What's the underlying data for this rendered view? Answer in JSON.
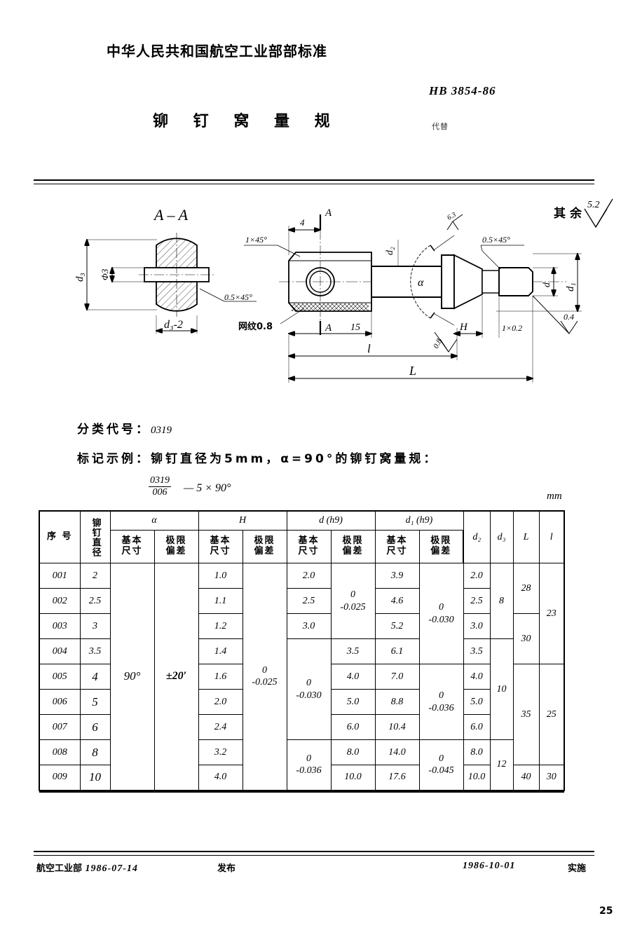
{
  "header": {
    "ministry": "中华人民共和国航空工业部部标准",
    "standard_no": "HB 3854-86",
    "title": "铆 钉 窝 量 规",
    "replaces_label": "代替"
  },
  "drawing": {
    "section_label": "A - A",
    "view_mark_top": "A",
    "view_mark_bottom": "A",
    "labels": {
      "d3": "d₃",
      "phi3": "Φ3",
      "d3_minus2": "d₃-2",
      "chamfer_05x45_left": "0.5×45°",
      "knurl": "网纹0.8",
      "chamfer_1x45": "1×45°",
      "dim_4": "4",
      "dim_15": "15",
      "dim_l_small": "l",
      "dim_L_big": "L",
      "d2": "d₂",
      "alpha": "α",
      "chamfer_05x45_right": "0.5×45°",
      "H": "H",
      "chamfer_1x02": "1×0.2",
      "d": "d",
      "d1": "d₁",
      "rough_08": "0.8",
      "rough_04": "0.4",
      "rough_remainder_text": "其余",
      "rough_remainder_value": "5.2",
      "angle_mark": "α"
    }
  },
  "notes": {
    "classification_label": "分类代号：",
    "classification_value": "0319",
    "marking_label": "标记示例：",
    "marking_text": "铆钉直径为5mm，α=90°的铆钉窝量规：",
    "example_numerator": "0319",
    "example_denominator": "006",
    "example_right": "— 5 × 90°"
  },
  "table": {
    "unit": "mm",
    "headers": {
      "serial": "序 号",
      "rivet_dia": "铆钉直径",
      "alpha": "α",
      "H": "H",
      "d": "d (h9)",
      "d1": "d₁ (h9)",
      "d2": "d₂",
      "d3": "d₃",
      "L": "L",
      "l": "l",
      "basic": "基本尺寸",
      "deviation": "极限偏差"
    },
    "rows": [
      {
        "serial": "001",
        "rivet_dia": "2",
        "H_basic": "1.0",
        "d_basic": "2.0",
        "d1_basic": "3.9",
        "d2": "2.0"
      },
      {
        "serial": "002",
        "rivet_dia": "2.5",
        "H_basic": "1.1",
        "d_basic": "2.5",
        "d1_basic": "4.6",
        "d2": "2.5"
      },
      {
        "serial": "003",
        "rivet_dia": "3",
        "H_basic": "1.2",
        "d_basic": "3.0",
        "d1_basic": "5.2",
        "d2": "3.0"
      },
      {
        "serial": "004",
        "rivet_dia": "3.5",
        "H_basic": "1.4",
        "d_basic": "3.5",
        "d1_basic": "6.1",
        "d2": "3.5"
      },
      {
        "serial": "005",
        "rivet_dia": "4",
        "H_basic": "1.6",
        "d_basic": "4.0",
        "d1_basic": "7.0",
        "d2": "4.0"
      },
      {
        "serial": "006",
        "rivet_dia": "5",
        "H_basic": "2.0",
        "d_basic": "5.0",
        "d1_basic": "8.8",
        "d2": "5.0"
      },
      {
        "serial": "007",
        "rivet_dia": "6",
        "H_basic": "2.4",
        "d_basic": "6.0",
        "d1_basic": "10.4",
        "d2": "6.0"
      },
      {
        "serial": "008",
        "rivet_dia": "8",
        "H_basic": "3.2",
        "d_basic": "8.0",
        "d1_basic": "14.0",
        "d2": "8.0"
      },
      {
        "serial": "009",
        "rivet_dia": "10",
        "H_basic": "4.0",
        "d_basic": "10.0",
        "d1_basic": "17.6",
        "d2": "10.0"
      }
    ],
    "alpha_basic": "90°",
    "alpha_dev": "±20′",
    "H_dev": {
      "upper": "0",
      "lower": "-0.025"
    },
    "d_dev": [
      {
        "upper": "0",
        "lower": "-0.025"
      },
      {
        "upper": "0",
        "lower": "-0.030"
      },
      {
        "upper": "0",
        "lower": "-0.036"
      }
    ],
    "d1_dev": [
      {
        "upper": "0",
        "lower": "-0.030"
      },
      {
        "upper": "0",
        "lower": "-0.036"
      },
      {
        "upper": "0",
        "lower": "-0.045"
      }
    ],
    "d3_values": [
      "8",
      "10",
      "12"
    ],
    "L_values": [
      "28",
      "30",
      "35",
      "40"
    ],
    "l_values": [
      "23",
      "25",
      "30"
    ]
  },
  "footer": {
    "org": "航空工业部",
    "date_issued": "1986-07-14",
    "publish": "发布",
    "date_effective": "1986-10-01",
    "implement": "实施",
    "page": "25"
  }
}
